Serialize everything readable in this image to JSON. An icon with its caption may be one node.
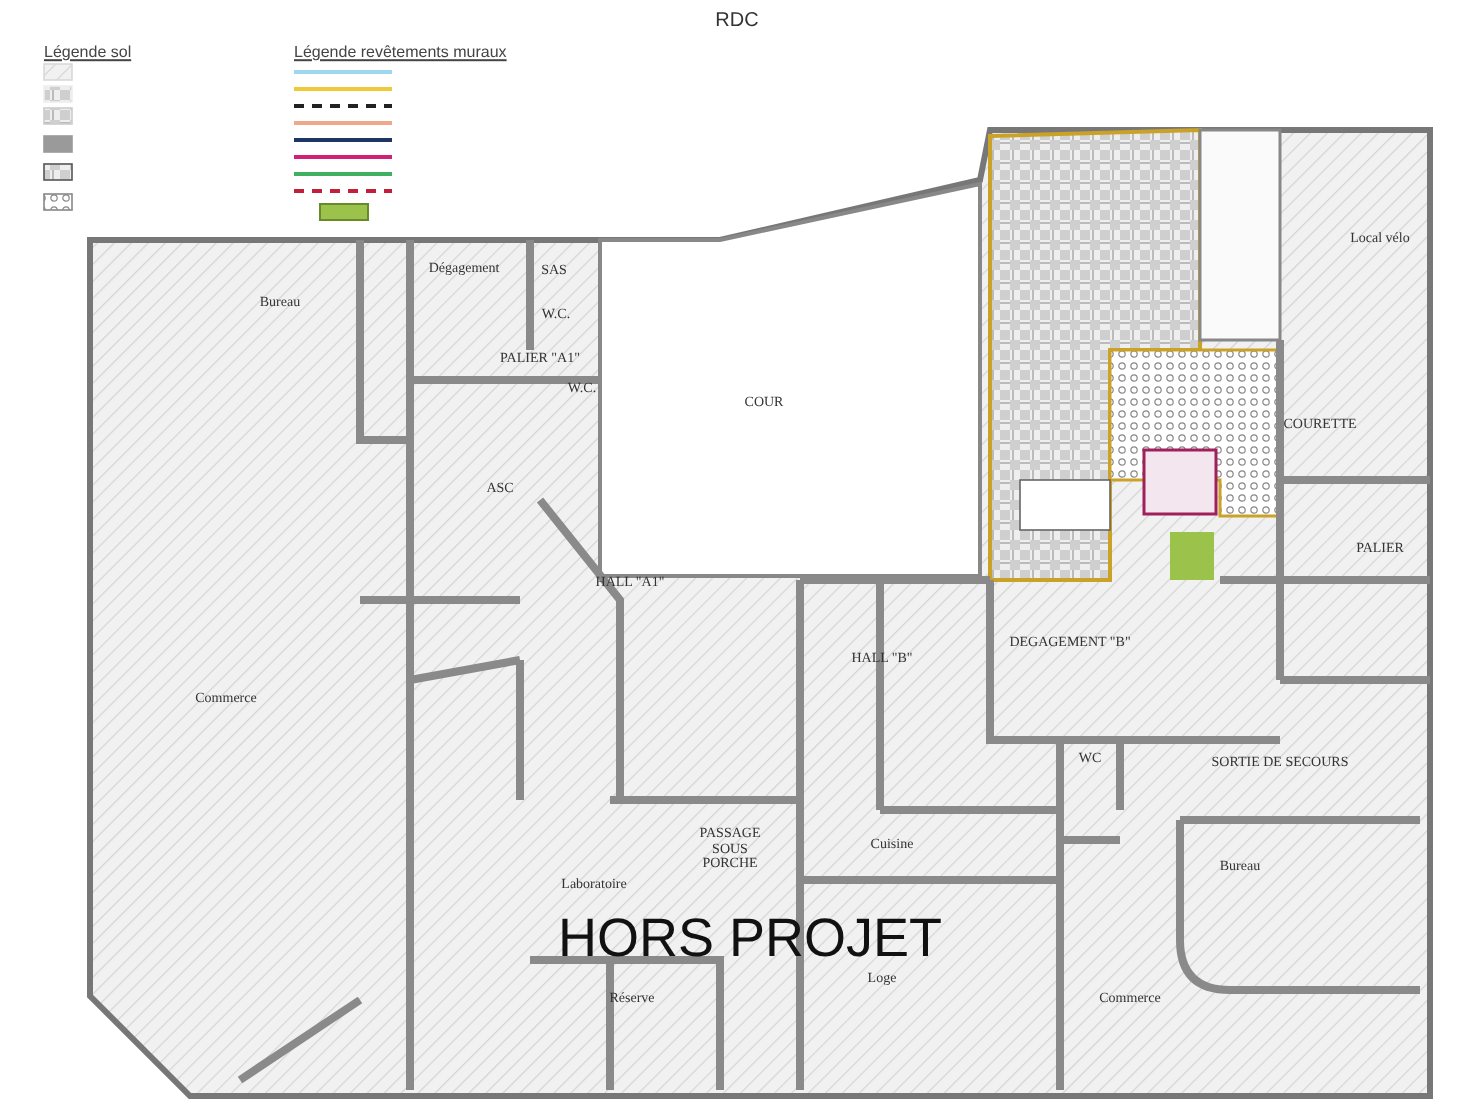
{
  "diagram": {
    "title": "RDC",
    "labels": [
      "Légende sol",
      "Légende revêtements muraux",
      "Bureau",
      "Dégagement",
      "SAS",
      "W.C.",
      "PALIER \"A1\"",
      "W.C.",
      "ASC",
      "COUR",
      "Local vélo",
      "COURETTE",
      "PALIER",
      "Commerce",
      "HALL \"A1\"",
      "HALL \"B\"",
      "DEGAGEMENT \"B\"",
      "PASSAGE SOUS PORCHE",
      "WC",
      "SORTIE DE SECOURS",
      "Cuisine",
      "Bureau",
      "Laboratoire",
      "HORS PROJET",
      "Réserve",
      "Loge",
      "Commerce"
    ]
  }
}
